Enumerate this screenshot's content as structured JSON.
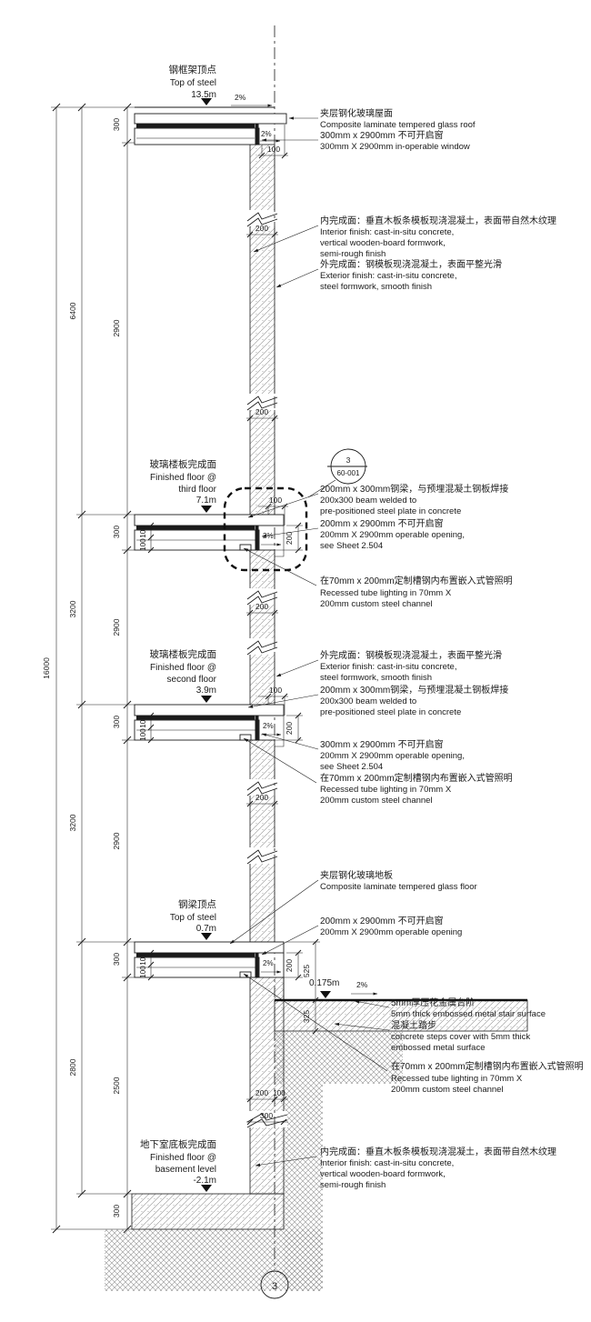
{
  "section_marker": "3",
  "detail_bubble": {
    "num": "3",
    "sheet": "60-001"
  },
  "slope": "2%",
  "levels": {
    "roof": {
      "zh": "钢框架顶点",
      "en": "Top of steel",
      "elev": "13.5m"
    },
    "third": {
      "zh": "玻璃楼板完成面",
      "en1": "Finished floor @",
      "en2": "third floor",
      "elev": "7.1m"
    },
    "second": {
      "zh": "玻璃楼板完成面",
      "en1": "Finished floor @",
      "en2": "second floor",
      "elev": "3.9m"
    },
    "first": {
      "zh": "钢梁顶点",
      "en": "Top of steel",
      "elev": "0.7m"
    },
    "grade": {
      "elev": "0.175m"
    },
    "basement": {
      "zh": "地下室底板完成面",
      "en1": "Finished floor @",
      "en2": "basement level",
      "elev": "-2.1m"
    }
  },
  "notes": {
    "roof_glass": {
      "zh": "夹层钢化玻璃屋面",
      "en": "Composite laminate tempered glass roof"
    },
    "roof_window": {
      "zh": "300mm x 2900mm 不可开启窗",
      "en": "300mm X 2900mm in-operable window"
    },
    "interior_finish": {
      "zh": "内完成面：垂直木板条模板现浇混凝土，表面带自然木纹理",
      "en1": "Interior finish: cast-in-situ concrete,",
      "en2": "vertical wooden-board formwork,",
      "en3": "semi-rough finish"
    },
    "exterior_finish": {
      "zh": "外完成面：钢模板现浇混凝土，表面平整光滑",
      "en1": "Exterior finish: cast-in-situ concrete,",
      "en2": "steel formwork, smooth finish"
    },
    "beam": {
      "zh": "200mm x 300mm钢梁，与预埋混凝土钢板焊接",
      "en1": "200x300 beam welded to",
      "en2": "pre-positioned steel plate in concrete"
    },
    "window_third": {
      "zh": "200mm x 2900mm 不可开启窗",
      "en1": "200mm X 2900mm operable opening,",
      "en2": "see Sheet 2.504"
    },
    "lighting": {
      "zh": "在70mm x 200mm定制槽钢内布置嵌入式管照明",
      "en1": "Recessed tube lighting in 70mm X",
      "en2": "200mm custom steel channel"
    },
    "window_second": {
      "zh": "300mm x 2900mm 不可开启窗",
      "en1": "200mm X 2900mm operable opening,",
      "en2": "see Sheet 2.504"
    },
    "glass_floor": {
      "zh": "夹层钢化玻璃地板",
      "en": "Composite laminate tempered glass floor"
    },
    "window_first": {
      "zh": "200mm x 2900mm 不可开启窗",
      "en": "200mm X 2900mm operable opening"
    },
    "stair_surface": {
      "zh": "5mm厚压花金属台阶",
      "en": "5mm thick embossed metal stair surface"
    },
    "concrete_steps": {
      "zh": "混凝土踏步",
      "en1": "concrete steps cover with 5mm thick",
      "en2": "embossed metal surface"
    }
  },
  "dims": {
    "total": "16000",
    "mid": [
      "6400",
      "3200",
      "3200",
      "2800"
    ],
    "inner": [
      "300",
      "2900",
      "300",
      "2900",
      "300",
      "2900",
      "300",
      "2500",
      "300"
    ],
    "wall_width": "200",
    "edge_offset": "100",
    "glass_layer": "100",
    "window_height": "200",
    "sill_to_grade": "525",
    "grade_to_step": "325",
    "below_wall": "200",
    "below_offset": "100",
    "below_total": "300"
  }
}
